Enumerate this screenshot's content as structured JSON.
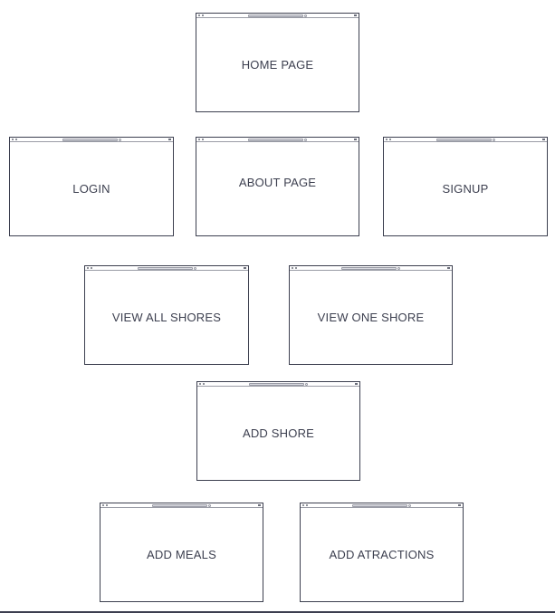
{
  "diagram": {
    "screens": [
      {
        "id": "home",
        "label": "HOME PAGE"
      },
      {
        "id": "login",
        "label": "LOGIN"
      },
      {
        "id": "about",
        "label": "ABOUT PAGE"
      },
      {
        "id": "signup",
        "label": "SIGNUP"
      },
      {
        "id": "view-all-shores",
        "label": "VIEW ALL SHORES"
      },
      {
        "id": "view-one-shore",
        "label": "VIEW ONE SHORE"
      },
      {
        "id": "add-shore",
        "label": "ADD SHORE"
      },
      {
        "id": "add-meals",
        "label": "ADD MEALS"
      },
      {
        "id": "add-atractions",
        "label": "ADD ATRACTIONS"
      }
    ]
  },
  "colors": {
    "stroke": "#3c3f4f",
    "chrome": "#9a9ca6",
    "background": "#ffffff"
  }
}
